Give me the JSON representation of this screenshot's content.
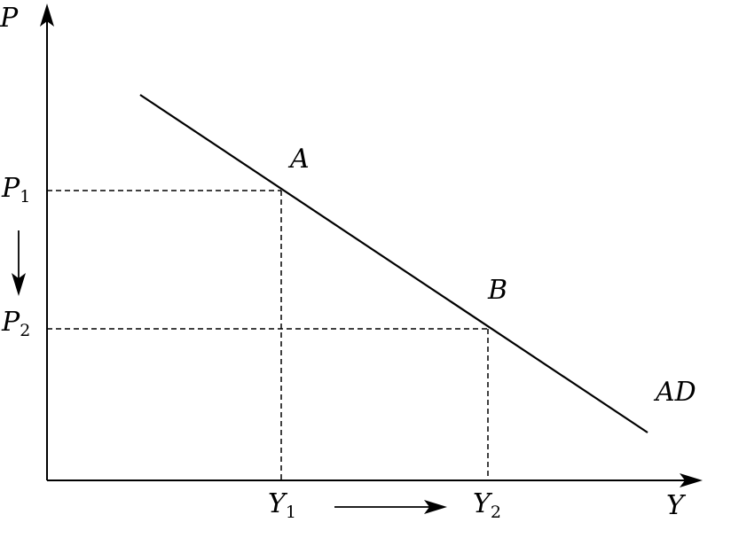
{
  "axes": {
    "y_label": "P",
    "x_label": "Y"
  },
  "curve": {
    "label": "AD"
  },
  "points": [
    {
      "label": "A"
    },
    {
      "label": "B"
    }
  ],
  "price_levels": [
    {
      "base": "P",
      "sub": "1"
    },
    {
      "base": "P",
      "sub": "2"
    }
  ],
  "output_levels": [
    {
      "base": "Y",
      "sub": "1"
    },
    {
      "base": "Y",
      "sub": "2"
    }
  ],
  "colors": {
    "line": "#000000",
    "background": "#ffffff"
  }
}
